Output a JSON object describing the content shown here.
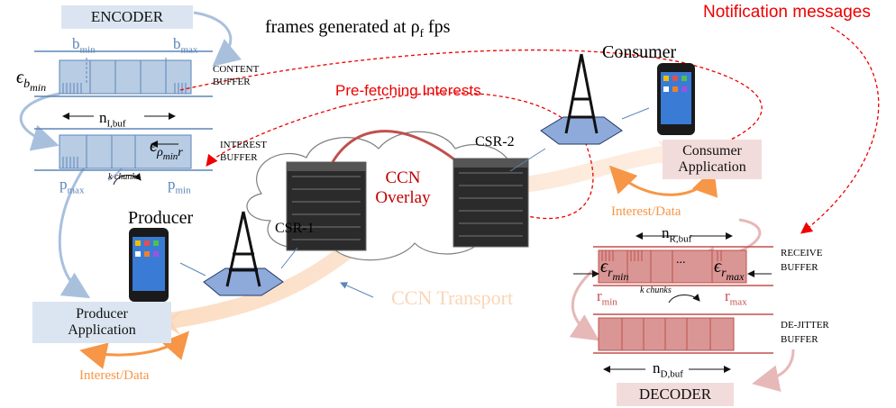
{
  "encoder": {
    "label": "ENCODER"
  },
  "frames_text": "frames generated at ρ",
  "frames_sub": "f",
  "frames_suffix": " fps",
  "notification": "Notification messages",
  "content_buffer": {
    "bmin": "b",
    "bmin_sub": "min",
    "bmax": "b",
    "bmax_sub": "max",
    "eps_b": "ϵ",
    "eps_b_sub": "b",
    "eps_b_subsub": "min",
    "label1": "CONTENT",
    "label2": "BUFFER"
  },
  "interest_buffer": {
    "n": "n",
    "n_sub": "I,buf",
    "eps": "ϵ",
    "eps_sub": "ρ",
    "eps_subsub": "min",
    "eps_sub_tail": "r",
    "label1": "INTEREST",
    "label2": "BUFFER",
    "pmax": "p",
    "pmax_sub": "max",
    "pmin": "p",
    "pmin_sub": "min",
    "k_chunks": "k chunks"
  },
  "prefetch": "Pre-fetching Interests",
  "consumer": {
    "title": "Consumer",
    "app1": "Consumer",
    "app2": "Application"
  },
  "producer": {
    "title": "Producer",
    "app1": "Producer",
    "app2": "Application"
  },
  "csr1": "CSR-1",
  "csr2": "CSR-2",
  "ccn_overlay": {
    "line1": "CCN",
    "line2": "Overlay"
  },
  "ccn_transport": "CCN Transport",
  "interest_data_top": "Interest/Data",
  "interest_data_bottom": "Interest/Data",
  "receive_buffer": {
    "n": "n",
    "n_sub": "R,buf",
    "eps_min": "ϵ",
    "eps_min_sub": "r",
    "eps_min_subsub": "min",
    "eps_max": "ϵ",
    "eps_max_sub": "r",
    "eps_max_subsub": "max",
    "dots": "...",
    "rmin": "r",
    "rmin_sub": "min",
    "rmax": "r",
    "rmax_sub": "max",
    "k_chunks": "k chunks",
    "label1": "RECEIVE",
    "label2": "BUFFER"
  },
  "dejitter_buffer": {
    "n": "n",
    "n_sub": "D,buf",
    "label1": "DE-JITTER",
    "label2": "BUFFER"
  },
  "decoder": {
    "label": "DECODER"
  },
  "colors": {
    "blue": "#5b86b8",
    "red": "#c0504d",
    "orange": "#f79646",
    "light_blue": "#dbe5f1",
    "light_red": "#f2dcdb"
  }
}
